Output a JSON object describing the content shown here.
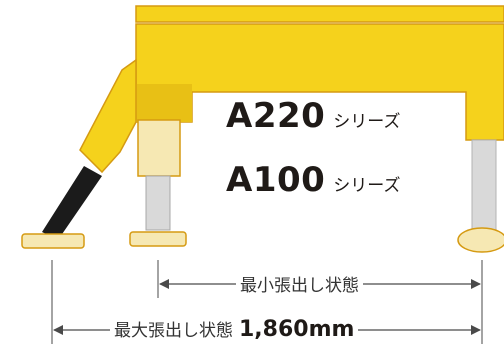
{
  "colors": {
    "yellow": "#f5d21c",
    "yellow_dark": "#caa40b",
    "orange_outline": "#d59a12",
    "cream": "#f6e8b3",
    "steel": "#d9d9d9",
    "black_pole": "#1b1b1b",
    "text": "#1f1a17",
    "dim_line": "#4a4a4a"
  },
  "series": [
    {
      "code": "A220",
      "suffix": "シリーズ"
    },
    {
      "code": "A100",
      "suffix": "シリーズ"
    }
  ],
  "dimensions": {
    "min_label": "最小張出し状態",
    "max_label": "最大張出し状態",
    "max_value": "1,860mm"
  }
}
